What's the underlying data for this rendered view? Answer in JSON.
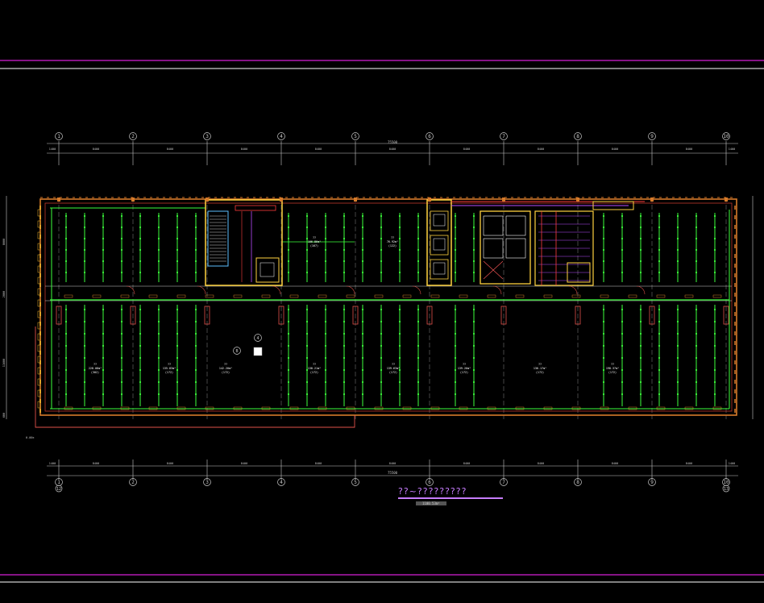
{
  "drawing": {
    "title": "??~?????????",
    "subtitle": "1100.53m²",
    "grid_top": [
      "1",
      "2",
      "3",
      "4",
      "5",
      "6",
      "7",
      "8",
      "9",
      "10"
    ],
    "grid_bottom": [
      "1",
      "2",
      "3",
      "4",
      "5",
      "6",
      "7",
      "8",
      "9",
      "10"
    ],
    "grid_bottom_sub": [
      "12",
      "",
      "",
      "",
      "",
      "",
      "",
      "",
      "",
      "13"
    ],
    "overall_dim": "75500",
    "bay_dims": [
      "8400",
      "8400",
      "8400",
      "8400",
      "8400",
      "8400",
      "8400",
      "8400",
      "8400"
    ],
    "end_dims": [
      "1400",
      "1400"
    ],
    "side_dims": [
      "8000",
      "2800",
      "11600",
      "600"
    ],
    "room_labels": [
      {
        "name": "??",
        "area": "228.08m²",
        "code": "(302)"
      },
      {
        "name": "??",
        "area": "135.83m²",
        "code": "(172)"
      },
      {
        "name": "??",
        "area": "142.20m²",
        "code": "(172)"
      },
      {
        "name": "??",
        "area": "138.21m²",
        "code": "(172)"
      },
      {
        "name": "??",
        "area": "139.63m²",
        "code": "(172)"
      },
      {
        "name": "??",
        "area": "139.20m²",
        "code": "(172)"
      },
      {
        "name": "??",
        "area": "136.17m²",
        "code": "(172)"
      },
      {
        "name": "??",
        "area": "198.37m²",
        "code": "(172)"
      }
    ],
    "upper_labels": [
      {
        "name": "??",
        "area": "106.86m²",
        "code": "(167)"
      },
      {
        "name": "??",
        "area": "76.92m²",
        "code": "(122)"
      }
    ],
    "level_note": "0.00±"
  }
}
